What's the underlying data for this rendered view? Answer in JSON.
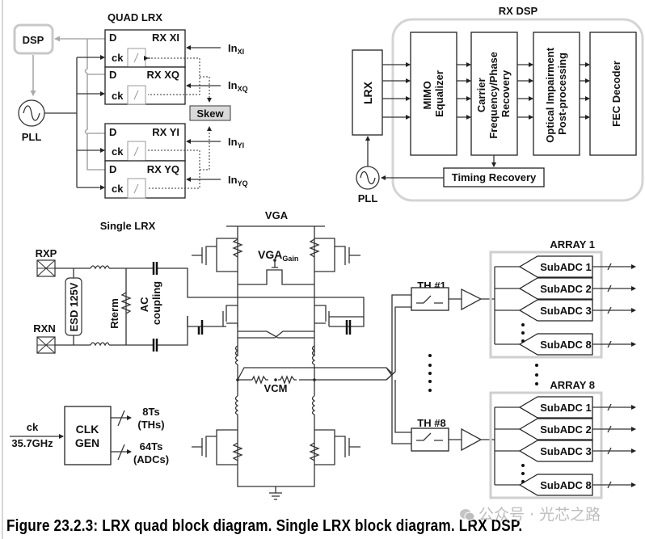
{
  "quad_lrx": {
    "title": "QUAD LRX",
    "dsp_label": "DSP",
    "pll_label": "PLL",
    "skew_label": "Skew",
    "receivers": [
      {
        "name": "RX XI",
        "d": "D",
        "ck": "ck",
        "input_base": "In",
        "input_sub": "XI"
      },
      {
        "name": "RX XQ",
        "d": "D",
        "ck": "ck",
        "input_base": "In",
        "input_sub": "XQ"
      },
      {
        "name": "RX YI",
        "d": "D",
        "ck": "ck",
        "input_base": "In",
        "input_sub": "YI"
      },
      {
        "name": "RX YQ",
        "d": "D",
        "ck": "ck",
        "input_base": "In",
        "input_sub": "YQ"
      }
    ]
  },
  "rx_dsp": {
    "title": "RX DSP",
    "lrx_label": "LRX",
    "pll_label": "PLL",
    "blocks": [
      {
        "line1": "MIMO",
        "line2": "Equalizer",
        "line3": ""
      },
      {
        "line1": "Carrier",
        "line2": "Frequency/Phase",
        "line3": "Recovery"
      },
      {
        "line1": "Optical Impairment",
        "line2": "Post-processing",
        "line3": ""
      },
      {
        "line1": "FEC Decoder",
        "line2": "",
        "line3": ""
      }
    ],
    "timing_recovery": "Timing Recovery"
  },
  "single_lrx": {
    "title": "Single LRX",
    "rxp": "RXP",
    "rxn": "RXN",
    "esd": "ESD 125V",
    "rterm": "Rterm",
    "ac_line1": "AC",
    "ac_line2": "coupling",
    "vga": "VGA",
    "vga_gain_base": "VGA",
    "vga_gain_sub": "Gain",
    "vcm": "VCM",
    "clk": {
      "input_line1": "ck",
      "input_line2": "35.7GHz",
      "block_line1": "CLK",
      "block_line2": "GEN",
      "out1_line1": "8Ts",
      "out1_line2": "(THs)",
      "out2_line1": "64Ts",
      "out2_line2": "(ADCs)"
    },
    "th_labels": [
      "TH #1",
      "TH #8"
    ],
    "arrays": [
      {
        "title": "ARRAY 1",
        "subadcs": [
          "SubADC 1",
          "SubADC 2",
          "SubADC 3",
          "SubADC 8"
        ]
      },
      {
        "title": "ARRAY 8",
        "subadcs": [
          "SubADC 1",
          "SubADC 2",
          "SubADC 3",
          "SubADC 8"
        ]
      }
    ]
  },
  "caption": "Figure 23.2.3: LRX quad block diagram. Single LRX block diagram. LRX DSP.",
  "watermark": "公众号 · 光芯之路"
}
